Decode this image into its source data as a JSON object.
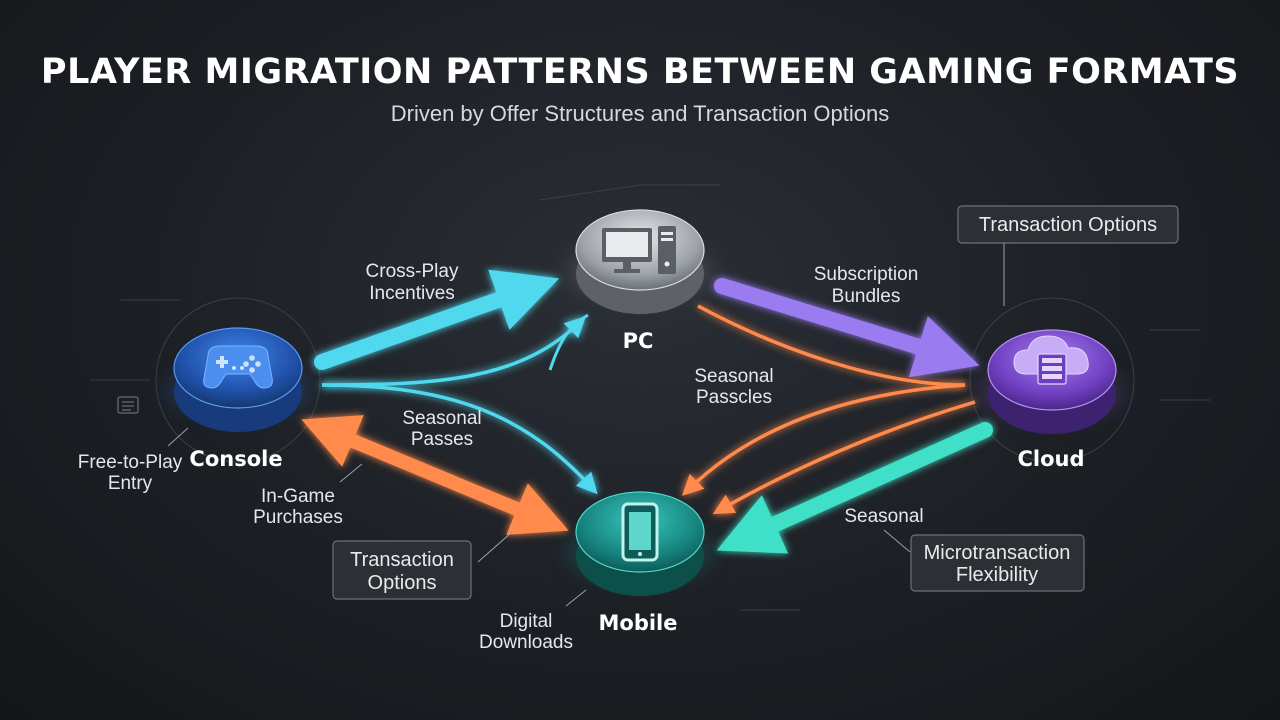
{
  "title": "PLAYER MIGRATION PATTERNS BETWEEN GAMING FORMATS",
  "subtitle": "Driven by Offer Structures and Transaction Options",
  "nodes": {
    "console": "Console",
    "pc": "PC",
    "cloud": "Cloud",
    "mobile": "Mobile"
  },
  "labels": {
    "cross_play_1": "Cross-Play",
    "cross_play_2": "Incentives",
    "subscription_1": "Subscription",
    "subscription_2": "Bundles",
    "seasonal_passcles_1": "Seasonal",
    "seasonal_passcles_2": "Passcles",
    "seasonal_passes_1": "Seasonal",
    "seasonal_passes_2": "Passes",
    "free_to_play_1": "Free-to-Play",
    "free_to_play_2": "Entry",
    "in_game_1": "In-Game",
    "in_game_2": "Purchases",
    "digital_1": "Digital",
    "digital_2": "Downloads",
    "seasonal_right": "Seasonal"
  },
  "boxes": {
    "transaction_top": "Transaction Options",
    "transaction_left_1": "Transaction",
    "transaction_left_2": "Options",
    "micro_1": "Microtransaction",
    "micro_2": "Flexibility"
  },
  "colors": {
    "background": "#1c1f24",
    "console": "#2f6fd6",
    "pc": "#b9bcc2",
    "cloud": "#8a5ad8",
    "mobile": "#1fa8a0",
    "arrow_cyan": "#4fd8ee",
    "arrow_orange": "#ff8a4c",
    "arrow_purple": "#9a7cf0",
    "arrow_teal": "#3fe0c8"
  },
  "icons": {
    "console": "gamepad-icon",
    "pc": "desktop-computer-icon",
    "cloud": "cloud-server-icon",
    "mobile": "smartphone-icon",
    "doc": "document-icon"
  }
}
